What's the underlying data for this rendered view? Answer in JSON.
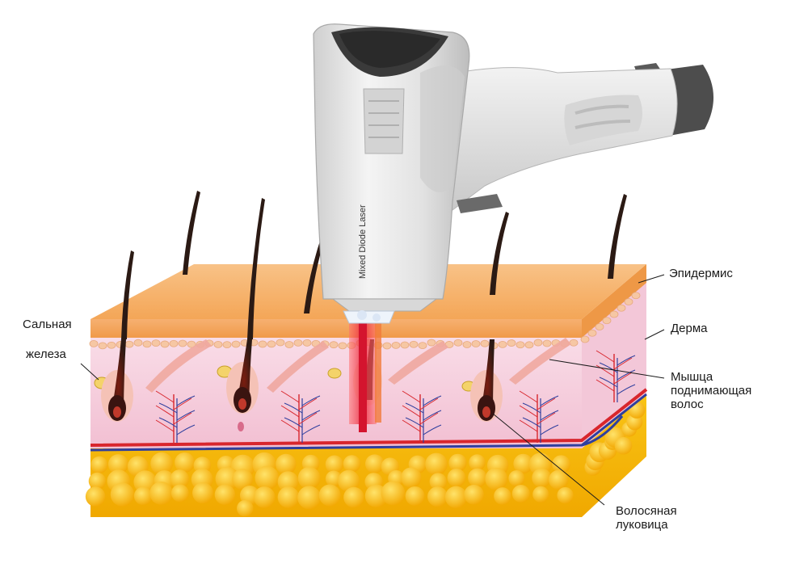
{
  "device": {
    "brand_text": "Mixed Diode Laser"
  },
  "labels": {
    "epidermis": "Эпидермис",
    "dermis": "Дерма",
    "muscle": [
      "Мышца",
      "поднимающая",
      "волос"
    ],
    "gland": [
      "Сальная",
      "железа"
    ],
    "bulb": [
      "Волосяная",
      "луковица"
    ]
  },
  "colors": {
    "epidermis_top": "#f7b46a",
    "epidermis_front": "#f5a95c",
    "dermis": "#f7d3e1",
    "fat": "#f5b800",
    "hair": "#2b1a14",
    "artery": "#d8262d",
    "vein": "#2f3f9e",
    "laser": "#e8233a",
    "device_body": "#e4e4e4"
  }
}
